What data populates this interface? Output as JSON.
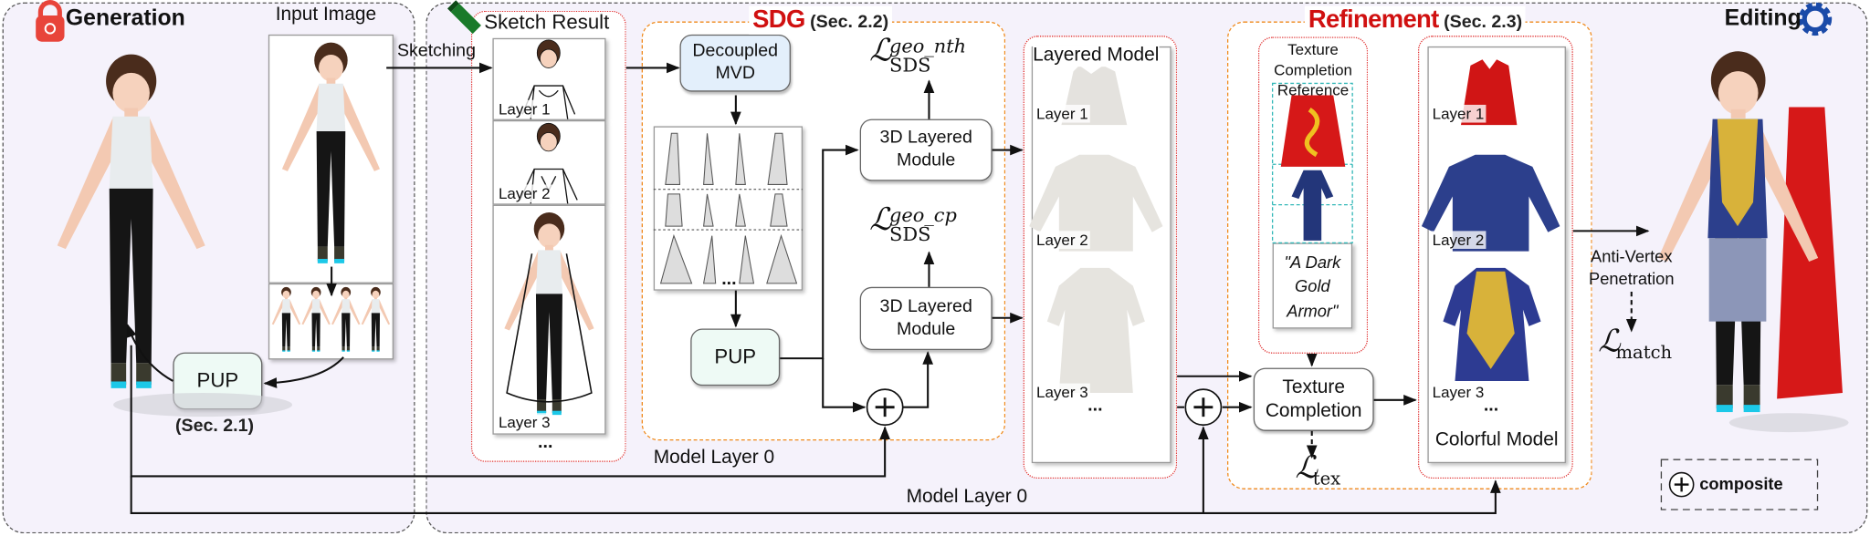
{
  "generation": {
    "title": "Generation",
    "icon": "lock-icon",
    "pup": "PUP",
    "sec": "(Sec. 2.1)"
  },
  "input_image": {
    "label": "Input Image"
  },
  "sketching_label": "Sketching",
  "sketch_result": {
    "title": "Sketch Result",
    "icon": "pencil-icon",
    "layers": [
      "Layer 1",
      "Layer 2",
      "Layer 3"
    ],
    "more": "..."
  },
  "sdg": {
    "title": "SDG",
    "sec": "(Sec. 2.2)",
    "mvd": [
      "Decoupled",
      "MVD"
    ],
    "mvd_more": "...",
    "pup": "PUP",
    "module1": [
      "3D Layered",
      "Module"
    ],
    "module2": [
      "3D Layered",
      "Module"
    ],
    "loss_nth": {
      "symbol": "ℒ",
      "sup": "geo_nth",
      "sub": "SDS"
    },
    "loss_cp": {
      "symbol": "ℒ",
      "sup": "geo_cp",
      "sub": "SDS"
    }
  },
  "model_layer0": "Model Layer 0",
  "model_layer0_bottom": "Model Layer 0",
  "layered_model": {
    "title": "Layered Model",
    "layers": [
      "Layer 1",
      "Layer 2",
      "Layer 3"
    ],
    "more": "..."
  },
  "refinement": {
    "title": "Refinement",
    "sec": "(Sec. 2.3)",
    "reference": [
      "Texture",
      "Completion",
      "Reference"
    ],
    "prompt": [
      "\"A Dark",
      "Gold",
      "Armor\""
    ],
    "texture_completion": [
      "Texture",
      "Completion"
    ],
    "loss_tex": {
      "symbol": "ℒ",
      "sub": "tex"
    }
  },
  "colorful_model": {
    "title": "Colorful Model",
    "layers": [
      "Layer 1",
      "Layer 2",
      "Layer 3"
    ],
    "more": "..."
  },
  "anti_vertex": [
    "Anti-Vertex",
    "Penetration"
  ],
  "loss_match": {
    "symbol": "ℒ",
    "sub": "match"
  },
  "editing": {
    "title": "Editing",
    "icon": "gear-icon"
  },
  "legend": {
    "symbol": "+",
    "label": "composite"
  },
  "colors": {
    "accent_red": "#d01010",
    "orange_border": "#f08a1c",
    "panel_bg": "#f5f2fb",
    "mvd_fill": "#e3effb",
    "pup_fill": "#eefaf5",
    "gear_blue": "#1a4aa8",
    "teal": "#33b8b8"
  }
}
